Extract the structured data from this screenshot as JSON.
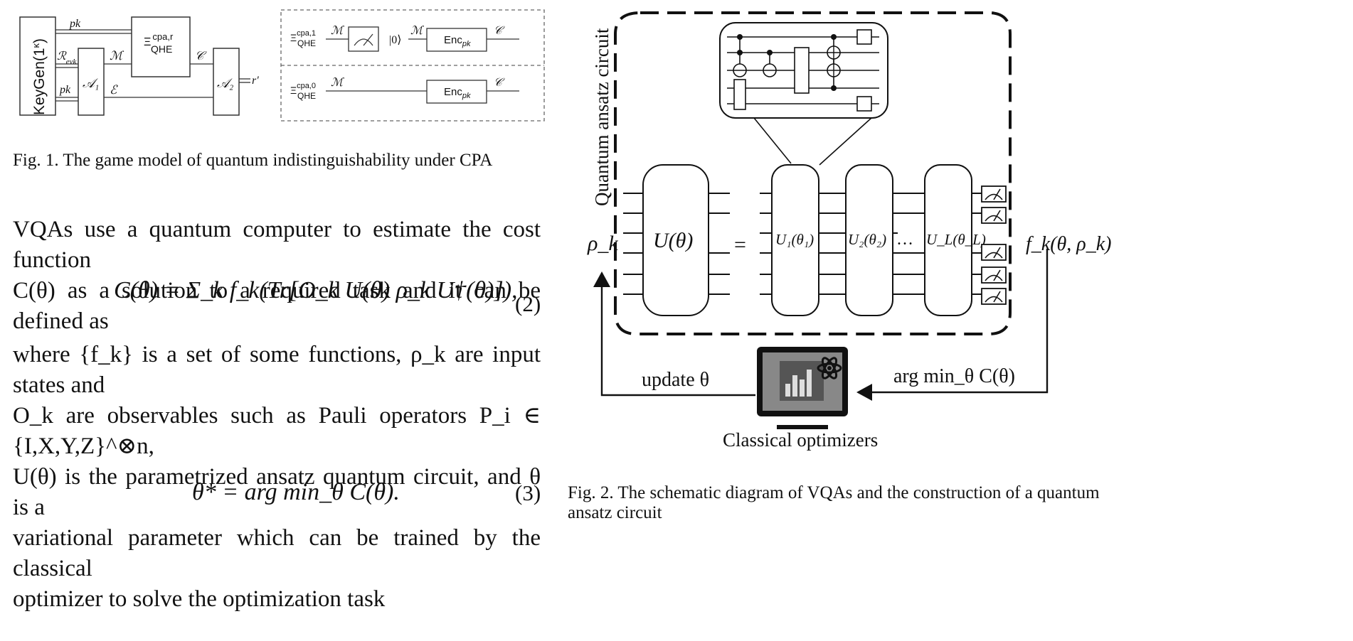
{
  "fig1": {
    "keygen": "KeyGen(1^κ)",
    "pk_top": "pk",
    "revk": "R_evk",
    "pk_bottom": "pk",
    "a1": "𝒜₁",
    "m_label": "ℳ",
    "e_label": "ℰ",
    "xi_box_top": "Ξ^cpa,r",
    "xi_box_bottom": "QHE",
    "c_label": "𝒞",
    "a2": "𝒜₂",
    "r_out": "r′",
    "right_row1_xi_sup": "cpa,1",
    "right_row1_xi_sub": "QHE",
    "right_row1_m": "ℳ",
    "ket0": "|0⟩",
    "right_row1_m2": "ℳ",
    "enc1": "Enc",
    "enc1_sub": "pk",
    "right_row1_c": "𝒞",
    "right_row2_xi_sup": "cpa,0",
    "right_row2_xi_sub": "QHE",
    "right_row2_m": "ℳ",
    "enc2": "Enc",
    "enc2_sub": "pk",
    "right_row2_c": "𝒞",
    "caption": "Fig. 1.  The game model of quantum indistinguishability under CPA"
  },
  "text": {
    "para1_line1": "VQAs use a quantum computer to estimate the cost function",
    "para1_line2": "C(θ) as a solution to a required task and it can be defined as",
    "eq2": "C(θ) = Σ_k f_k(Tr[O_k U(θ) ρ_k U†(θ)]),",
    "eq2_num": "(2)",
    "para2_line1": "where {f_k} is a set of some functions, ρ_k are input states and",
    "para2_line2": "O_k are observables such as Pauli operators P_i ∈ {I,X,Y,Z}^⊗n,",
    "para2_line3": "U(θ) is the parametrized ansatz quantum circuit, and θ is a",
    "para2_line4": "variational parameter which can be trained by the classical",
    "para2_line5": "optimizer to solve the optimization task",
    "eq3": "θ* = arg min_θ C(θ).",
    "eq3_num": "(3)"
  },
  "fig2": {
    "ansatz_label": "Quantum ansatz circuit",
    "rho": "ρ_k",
    "u_theta": "U(θ)",
    "equals": "=",
    "u1": "U₁(θ₁)",
    "u2": "U₂(θ₂)",
    "dots": "…",
    "uL": "U_L(θ_L)",
    "f_output": "f_k(θ, ρ_k)",
    "update": "update θ",
    "argmin": "arg min_θ C(θ)",
    "optimizers": "Classical optimizers",
    "caption_line1": "Fig. 2.  The schematic diagram of VQAs and the construction of a quantum",
    "caption_line2": "ansatz circuit"
  }
}
